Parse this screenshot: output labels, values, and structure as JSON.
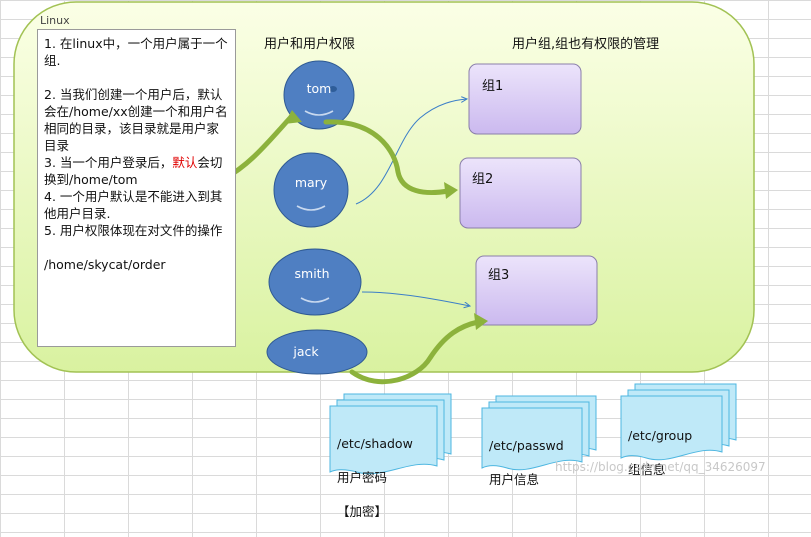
{
  "container_label": "Linux",
  "notes": {
    "lines": [
      {
        "text": "1. 在linux中，一个用户属于一个组."
      },
      {
        "text": ""
      },
      {
        "text": "2. 当我们创建一个用户后，默认会在/home/xx创建一个和用户名相同的目录，该目录就是用户家目录"
      },
      {
        "text": "3. 当一个用户登录后，",
        "red": "默认",
        "rest": "会切换到/home/tom"
      },
      {
        "text": "4. 一个用户默认是不能进入到其他用户目录."
      },
      {
        "text": "5. 用户权限体现在对文件的操作"
      },
      {
        "text": ""
      },
      {
        "text": "/home/skycat/order"
      }
    ]
  },
  "headings": {
    "users": "用户和用户权限",
    "groups": "用户组,组也有权限的管理"
  },
  "users": [
    "tom",
    "mary",
    "smith",
    "jack"
  ],
  "groups": [
    "组1",
    "组2",
    "组3"
  ],
  "files": [
    {
      "path": "/etc/shadow",
      "desc": "用户密码",
      "extra": "【加密】"
    },
    {
      "path": "/etc/passwd",
      "desc": "用户信息",
      "extra": ""
    },
    {
      "path": "/etc/group",
      "desc": "组信息",
      "extra": ""
    }
  ],
  "watermark": "https://blog.csdn.net/qq_34626097",
  "colors": {
    "container_fill_top": "#fbffe6",
    "container_fill_bottom": "#d9f2a0",
    "container_stroke": "#a2c254",
    "user_fill": "#4f7fc2",
    "user_stroke": "#2f5a93",
    "group_fill_top": "#ece4fb",
    "group_fill_bottom": "#cbb9ef",
    "group_stroke": "#8a7eaa",
    "file_fill": "#bfe9f8",
    "file_stroke": "#4db6e0",
    "arrow_green": "#8cb23c",
    "arrow_blue": "#3b7ec8"
  }
}
